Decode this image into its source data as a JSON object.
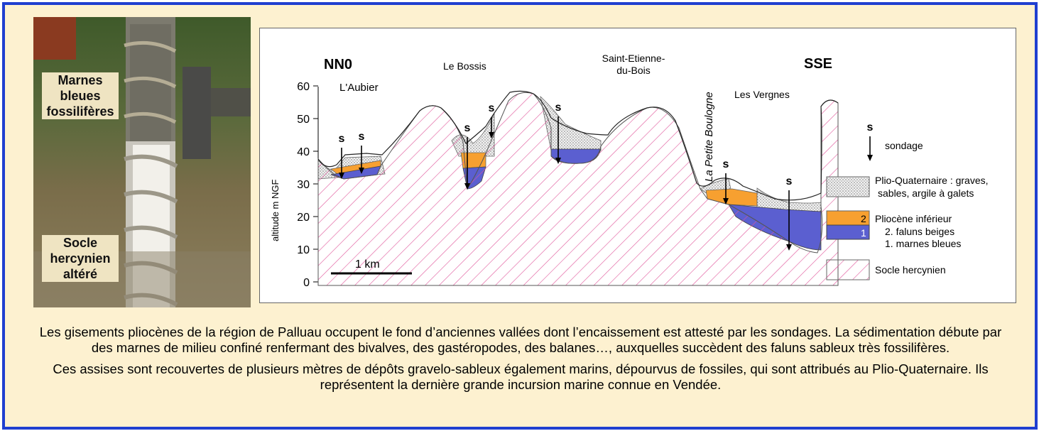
{
  "photo": {
    "label_top": [
      "Marnes",
      "bleues",
      "fossilifères"
    ],
    "label_bottom": [
      "Socle",
      "hercynien",
      "altéré"
    ]
  },
  "section": {
    "direction_left": "NN0",
    "direction_right": "SSE",
    "ylabel": "altitude m NGF",
    "yticks": [
      "0",
      "10",
      "20",
      "30",
      "40",
      "50",
      "60"
    ],
    "places": [
      "L'Aubier",
      "Le Bossis",
      "Saint-Etienne-",
      "du-Bois",
      "La Petite Boulogne",
      "Les Vergnes"
    ],
    "borehole_label": "s",
    "scale_label": "1 km"
  },
  "legend": {
    "sondage_symbol": "s",
    "sondage": "sondage",
    "plio_quaternaire": [
      "Plio-Quaternaire : graves,",
      "sables, argile à galets"
    ],
    "pliocene_inferieur": "Pliocène inférieur",
    "pliocene_item2": "2. faluns beiges",
    "pliocene_item1": "1. marnes bleues",
    "box2": "2",
    "box1": "1",
    "socle": "Socle hercynien",
    "colors": {
      "plio_quaternaire": "#c8c8c8",
      "faluns": "#f7a030",
      "marnes": "#5b5fd0",
      "socle": "#e0559a",
      "frame": "#1f3fd0"
    }
  },
  "caption": {
    "p1": "Les gisements pliocènes de la région de Palluau occupent le fond d’anciennes vallées dont l’encaissement est attesté par les sondages. La sédimentation débute par des marnes de milieu confiné renfermant des bivalves, des gastéropodes, des balanes…, auxquelles succèdent des faluns sableux très fossilifères.",
    "p2": "Ces assises sont recouvertes de plusieurs mètres de dépôts gravelo-sableux également marins, dépourvus de fossiles, qui sont attribués au Plio-Quaternaire. Ils représentent la dernière grande incursion marine connue en Vendée."
  }
}
